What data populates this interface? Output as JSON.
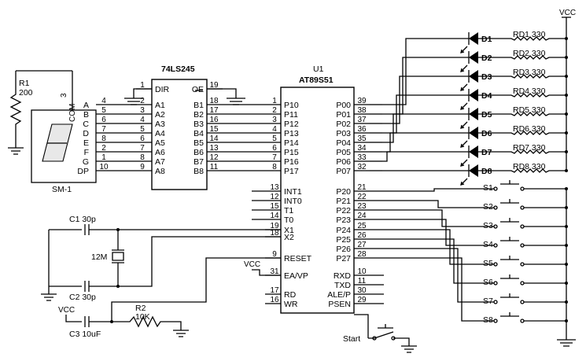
{
  "ic_74ls245": {
    "name": "74LS245",
    "left_pins": [
      {
        "num": "1",
        "label": "DIR"
      },
      {
        "num": "2",
        "label": "A1"
      },
      {
        "num": "3",
        "label": "A2"
      },
      {
        "num": "4",
        "label": "A3"
      },
      {
        "num": "5",
        "label": "A4"
      },
      {
        "num": "6",
        "label": "A5"
      },
      {
        "num": "7",
        "label": "A6"
      },
      {
        "num": "8",
        "label": "A7"
      },
      {
        "num": "9",
        "label": "A8"
      }
    ],
    "right_pins": [
      {
        "num": "19",
        "label": "OE"
      },
      {
        "num": "18",
        "label": "B1"
      },
      {
        "num": "17",
        "label": "B2"
      },
      {
        "num": "16",
        "label": "B3"
      },
      {
        "num": "15",
        "label": "B4"
      },
      {
        "num": "14",
        "label": "B5"
      },
      {
        "num": "13",
        "label": "B6"
      },
      {
        "num": "12",
        "label": "B7"
      },
      {
        "num": "11",
        "label": "B8"
      }
    ]
  },
  "mcu": {
    "ref": "U1",
    "name": "AT89S51",
    "left_pins": [
      {
        "num": "1",
        "label": "P10"
      },
      {
        "num": "2",
        "label": "P11"
      },
      {
        "num": "3",
        "label": "P12"
      },
      {
        "num": "4",
        "label": "P13"
      },
      {
        "num": "5",
        "label": "P14"
      },
      {
        "num": "6",
        "label": "P15"
      },
      {
        "num": "7",
        "label": "P16"
      },
      {
        "num": "8",
        "label": "P17"
      },
      {
        "num": "13",
        "label": "INT1"
      },
      {
        "num": "12",
        "label": "INT0"
      },
      {
        "num": "15",
        "label": "T1"
      },
      {
        "num": "14",
        "label": "T0"
      },
      {
        "num": "19",
        "label": "X1"
      },
      {
        "num": "18",
        "label": "X2"
      },
      {
        "num": "9",
        "label": "RESET"
      },
      {
        "num": "31",
        "label": "EA/VP"
      },
      {
        "num": "17",
        "label": "RD"
      },
      {
        "num": "16",
        "label": "WR"
      }
    ],
    "right_pins": [
      {
        "num": "39",
        "label": "P00"
      },
      {
        "num": "38",
        "label": "P01"
      },
      {
        "num": "37",
        "label": "P02"
      },
      {
        "num": "36",
        "label": "P03"
      },
      {
        "num": "35",
        "label": "P04"
      },
      {
        "num": "34",
        "label": "P05"
      },
      {
        "num": "33",
        "label": "P06"
      },
      {
        "num": "32",
        "label": "P07"
      },
      {
        "num": "21",
        "label": "P20"
      },
      {
        "num": "22",
        "label": "P21"
      },
      {
        "num": "23",
        "label": "P22"
      },
      {
        "num": "24",
        "label": "P23"
      },
      {
        "num": "25",
        "label": "P24"
      },
      {
        "num": "26",
        "label": "P25"
      },
      {
        "num": "27",
        "label": "P26"
      },
      {
        "num": "28",
        "label": "P27"
      },
      {
        "num": "10",
        "label": "RXD"
      },
      {
        "num": "11",
        "label": "TXD"
      },
      {
        "num": "30",
        "label": "ALE/P"
      },
      {
        "num": "29",
        "label": "PSEN"
      }
    ]
  },
  "display": {
    "segments": [
      {
        "label": "A",
        "pin": "4"
      },
      {
        "label": "B",
        "pin": "5"
      },
      {
        "label": "C",
        "pin": "6"
      },
      {
        "label": "D",
        "pin": "7"
      },
      {
        "label": "E",
        "pin": "8"
      },
      {
        "label": "F",
        "pin": "2"
      },
      {
        "label": "G",
        "pin": "1"
      },
      {
        "label": "DP",
        "pin": "10"
      }
    ],
    "com_label": "COM",
    "com_pin": "3",
    "name": "SM-1"
  },
  "resistor_r1": {
    "ref": "R1",
    "value": "200"
  },
  "leds": [
    {
      "ref": "D1",
      "res": "RD1 330"
    },
    {
      "ref": "D2",
      "res": "RD2 330"
    },
    {
      "ref": "D3",
      "res": "RD3 330"
    },
    {
      "ref": "D4",
      "res": "RD4 330"
    },
    {
      "ref": "D5",
      "res": "RD5 330"
    },
    {
      "ref": "D6",
      "res": "RD6 330"
    },
    {
      "ref": "D7",
      "res": "RD7 330"
    },
    {
      "ref": "D8",
      "res": "RD8 330"
    }
  ],
  "vcc": "VCC",
  "switches": [
    "S1",
    "S2",
    "S3",
    "S4",
    "S5",
    "S6",
    "S7",
    "S8"
  ],
  "crystal": {
    "value": "12M"
  },
  "c1": "C1 30p",
  "c2": "C2 30p",
  "c3": "C3 10uF",
  "r2": {
    "ref": "R2",
    "value": "10K"
  },
  "start_label": "Start"
}
